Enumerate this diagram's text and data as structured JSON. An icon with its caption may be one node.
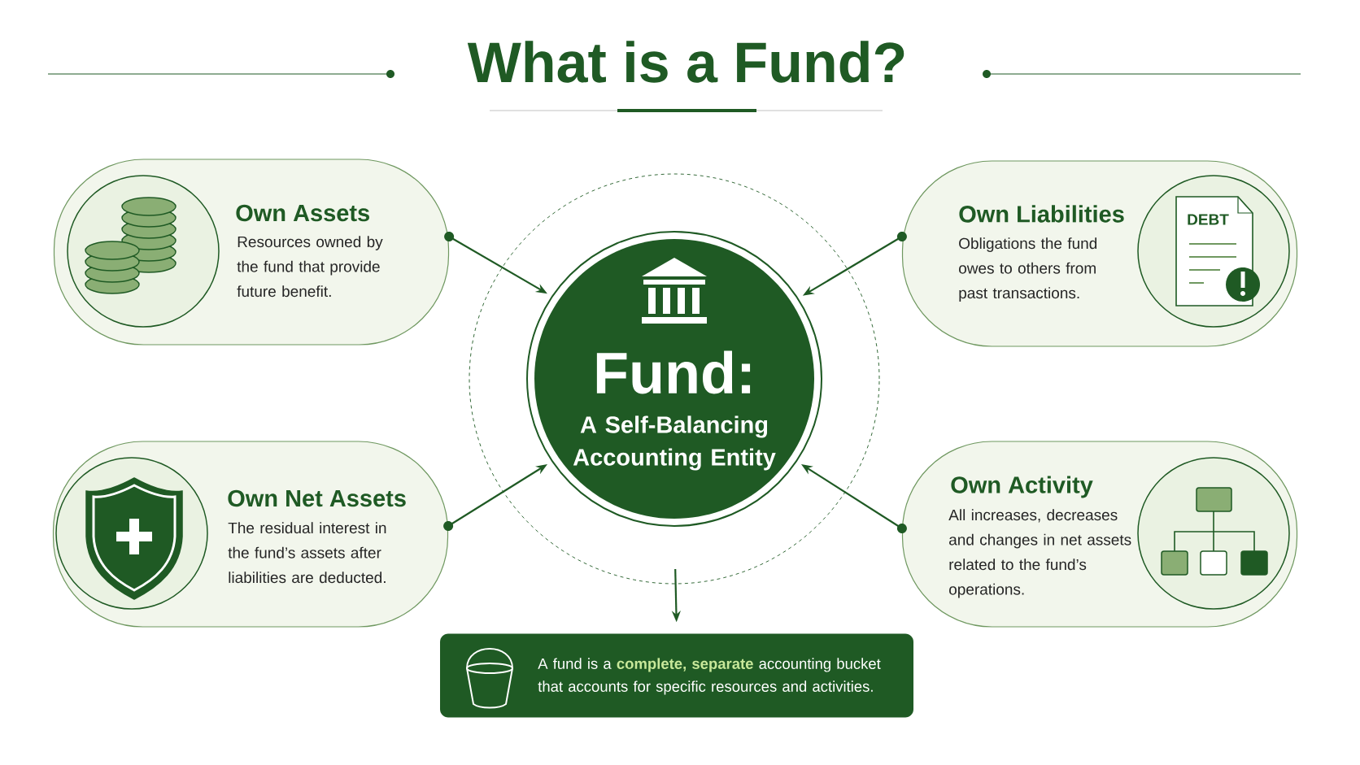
{
  "diagram": {
    "title": "What is a Fund?",
    "nodes": [
      {
        "text": [
          "Own Assets",
          "Resources owned by the fund that provide future benefit."
        ]
      },
      {
        "text": [
          "Fund:",
          "A Self-Balancing Accounting Entity"
        ]
      },
      {
        "text": [
          "Own Liabilities",
          "Obligations the fund owes to others from past transactions."
        ]
      },
      {
        "text": [
          "Own Net Assets",
          "The residual interest in the fund’s assets after liabilities are deducted."
        ]
      },
      {
        "text": [
          "Own Activity",
          "All increases, decreases and changes in net assets related to the fund’s operations."
        ]
      },
      {
        "text": [
          "A fund is a **complete, separate** accounting bucket that accounts for specific resources and activities."
        ]
      }
    ],
    "edges": [
      {
        "from": 0,
        "to": 1,
        "arrow": "to"
      },
      {
        "from": 2,
        "to": 1,
        "arrow": "to"
      },
      {
        "from": 3,
        "to": 1,
        "arrow": "to"
      },
      {
        "from": 4,
        "to": 1,
        "arrow": "to"
      },
      {
        "from": 1,
        "to": 5,
        "arrow": "to"
      }
    ],
    "labels": [
      "DEBT"
    ]
  }
}
